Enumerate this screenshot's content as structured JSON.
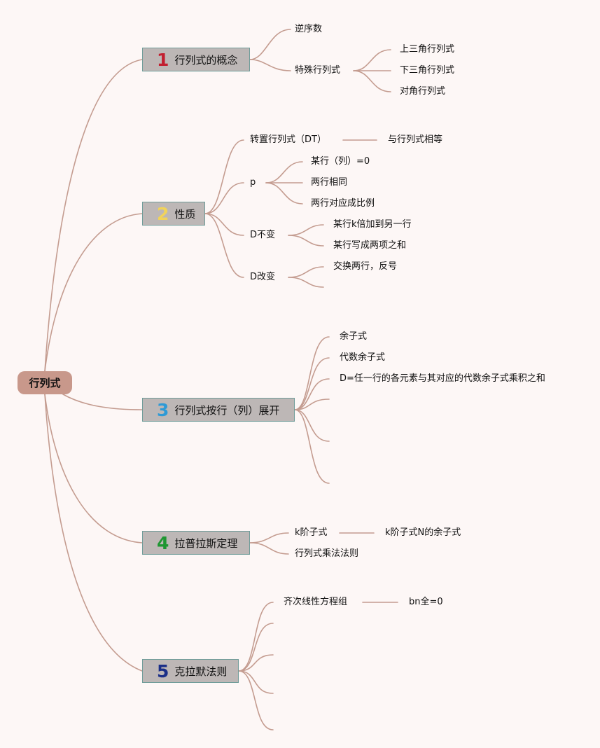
{
  "root": {
    "label": "行列式"
  },
  "colors": {
    "edge": "#c49c90",
    "root_bg": "#c8988b",
    "topic_bg": "#bdb7b6",
    "topic_border": "#6f9c99"
  },
  "topics": [
    {
      "number": "1",
      "number_color": "#c21f30",
      "label": "行列式的概念",
      "children": [
        {
          "label": "逆序数"
        },
        {
          "label": "特殊行列式",
          "children": [
            "上三角行列式",
            "下三角行列式",
            "对角行列式"
          ]
        }
      ]
    },
    {
      "number": "2",
      "number_color": "#f1d35a",
      "label": "性质",
      "children": [
        {
          "label": "转置行列式（DT）",
          "result": "与行列式相等"
        },
        {
          "label": "p",
          "children": [
            "某行（列）=0",
            "两行相同",
            "两行对应成比例"
          ]
        },
        {
          "label": "D不变",
          "children": [
            "某行k倍加到另一行",
            "某行写成两项之和"
          ]
        },
        {
          "label": "D改变",
          "children": [
            "交换两行，反号",
            ""
          ]
        }
      ]
    },
    {
      "number": "3",
      "number_color": "#2e9ad6",
      "label": "行列式按行（列）展开",
      "children": [
        "余子式",
        "代数余子式",
        "D=任一行的各元素与其对应的代数余子式乘积之和",
        "",
        "",
        ""
      ]
    },
    {
      "number": "4",
      "number_color": "#1e9632",
      "label": "拉普拉斯定理",
      "children": [
        {
          "label": "k阶子式",
          "result": "k阶子式N的余子式"
        },
        {
          "label": "行列式乘法法则"
        }
      ]
    },
    {
      "number": "5",
      "number_color": "#1b2f88",
      "label": "克拉默法则",
      "children": [
        {
          "label": "齐次线性方程组",
          "result": "bn全=0"
        },
        {
          "label": ""
        },
        {
          "label": ""
        },
        {
          "label": ""
        },
        {
          "label": ""
        }
      ]
    }
  ]
}
